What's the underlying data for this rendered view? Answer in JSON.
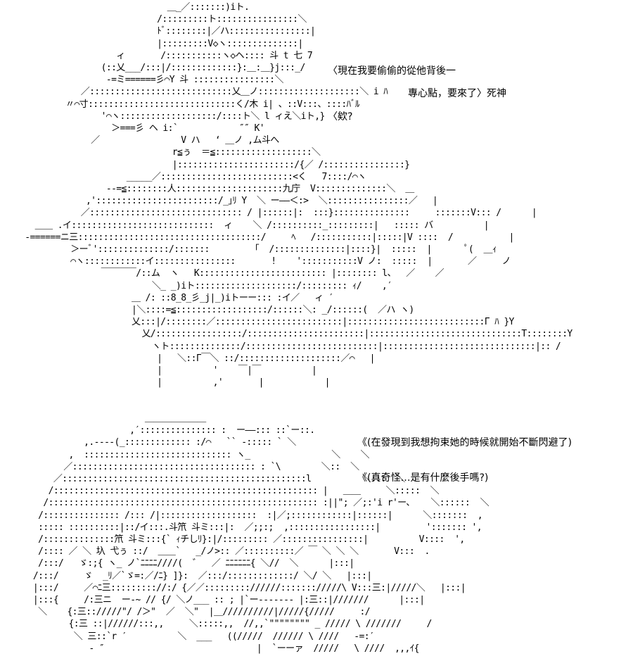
{
  "art": {
    "top": [
      "                             ＿_／:::::::)iト.",
      "                           /:::::::::ト::::::::::::::::＼",
      "                           ﾄﾞ::::::::|／ハ::::::::::::::::|",
      "                           |:::::::::V◇ヽ::::::::::::::|",
      "                   ィ       /:::::::::::ヽ◇ヘ:::: 斗 t 七 7",
      "                (::乂___/:::|/:::::::::::::}:＿:＿}j:::_/",
      "                 -=ミ======彡⌒Y 斗 ::::::::::::::::＼",
      "            ／::::::::::::::::::::::::::::乂＿ノ::::::::::::::::::::＼ i ﾊ",
      "         〃⌒寸:::::::::::::::::::::::::::::く/木 i| 、::V:::、::::ﾊﾞﾙ",
      "                '⌒ヽ:::::::::::::::::::/::::ト＼ l ィえ＼iト,}",
      "                  ＞===彡 ヘ i:`            ″″ K'",
      "              ／                V ハ   ‘ ＿ノ ,ム斗へ",
      "                              r≦ぅ  ＝≦:::::::::::::::::::＼",
      "                              |:::::::::::::::::::::::/{／ /::::::::::::::::}",
      "                     _____／::::::::::::::::::::::::::<く   7::::/⌒ヽ",
      "                 --=≦::::::::人:::::::::::::::::::::九庁  V::::::::::::::＼  ＿",
      "             ,'::::::::::::::::::::::::/_｣ﾘ Y  ＼ ー――＜:>  ＼::::::::::::::::／   |",
      "            ／:::::::::::::::::::::::::::::: / |::::::|:  :::}:::::::::::::::     :::::::V::: /      |",
      "   ＿＿ .イ::::::::::::::::::::::::::::  ィ    ＼ /::::::::::_:::::::::|   ::::: バ          |",
      " -======ニ三::::::::::::::::::::::::::::::::::::/     ﾍ   /:::::::::::|:::::|V ::::  /           |",
      "          ＞ーﾞ'::::::::::::::/:::::::        「  /::::::::::::::|::::}|  :::::  |       ﾟ(  ＿ｨ",
      "          ⌒ヽ::::::::::::イ::::::::::::::::       !    ':::::::::::V ノ:  :::::  |       ／     ノ",
      "                ￣￣￣￣/::ム  ヽ   K::::::::::::::::::::::::: |:::::::: l、  ／    ／",
      "                          ＼_ _)iト::::::::::::::::::::/::::::::: ｨ/    ,′",
      "                      ＿ /: ::8_8_彡_j|_)iトーー::: :イ／   ィ ′",
      "                      |＼::::=≦::::::::::::::::::/::::::＼: _/::::::(  ／ハ ヽ)",
      "                      乂:::|/::::::::／:::::::::::::::::::::::::|:::::::::::::::::::::::::::Г ﾊ }Y",
      "                        乂/:::::::::::::::::/:::::::::::::::::::::::|::::::::::::::::::::::::::::::T::::::::Y",
      "                          ヽト::::::::::::::/::::::::::::::::::::::::::|::::::::::::::::::::::::::::::|:: /",
      "                           |   ＼::Г￣＼ ::/::::::::::::::::::::／⌒   |",
      "                           |          '    ￣|￣          |",
      "                           |          ,'       |            |"
    ],
    "bottom": [
      "                          ＿＿＿＿＿＿＿",
      "                       ,′::::::::::::::: :  ー――::: ::`ー::.",
      "              ,.-‐‐‐(_::::::::::::: :/⌒   `` -::::: ` ＼",
      "           ,  ::::::::::::::::::::::::::::: ヽ_                ＼    ＼",
      "          ／:::::::::::::::::::::::::::::::::::: : `\\        ＼::  ＼",
      "        ／::::::::::::::::::::::::::::::::::::::::::::::::l          ＼:::  ＼",
      "       /:::::::::::::::::::::::::::::::::::::::::::::::::::: |   ＿＿     ＼:::::  ＼",
      "      /::::::::::::::::::::::::::::::::::::::::::::::::::::: :||\"; ／;:'i r'ー､    ＼::::::  ＼",
      "     /::::::::::::::: /::: /|:::::::::::::::::::  :|／;::::::::::::|::::::|      ＼:::::::  ,",
      "     ::::: ::::::::::|::/イ:::.斗笊 斗ミ:::|:  ／;;:;  ,:::::::::::::::::|         '::::::: ',",
      "     /::::::::::::::笊 斗ミ:::{` ｨチしﾘ}:|/::::::::: ／::::::::::::::::|          V::::  ',",
      "     /:::: ／ ＼ 圦 弋ぅ ::/  ＿＿`   _/ノ>:: ／::::::::::／ ￣ ＼ ＼ ＼       V:::  .",
      "     /:::/   ゞ:;{ ヽ_ ノ`ﾆﾆﾆﾆ////(  ゛  ／ ﾆﾆﾆﾆﾆﾆ{ ＼//  ＼      |:::|",
      "    /:::/     ゞ  _ﾘ／`ゞ=:／/ﾆ} ]}:  ／:::/:::::::::::::/ ＼/ ＼   |:::|",
      "    |:::/     ／⌒ﾆ三::::::::://:/ {／／::::::::://////::::::://///\\ V:::三:|/////＼   |:::|",
      "    |:::{     /:三ニ  ー‐~ // {/ ＼ノ___ :: ; |`ー------- |:三::|///////      |:::|",
      "     ＼    {:三:://///\"/ /＞\"  ／  ＼\"  |＿//////////|/////{/////     :/",
      "           {:三 ::|//////:::,,     ＼:::::,,  //,,`\"\"\"\"\"\"\"\" _ ///// \\ ///////     /",
      "            ＼ 三::`r ′          ＼  ___   ((/////  ////// \\ ////   ‐=:′",
      "               ‐ ″                              |  `ーーァ  /////   \\ ////  ,,,ｲ{"
    ]
  },
  "captions": [
    "〈現在我要偷偷的從他背後一",
    "專心點，要來了〉死神",
    "〈欸?",
    "《(在發現到我想拘束她的時候就開始不斷閃避了)",
    "《(真奇怪…是有什麼後手嗎?)"
  ]
}
